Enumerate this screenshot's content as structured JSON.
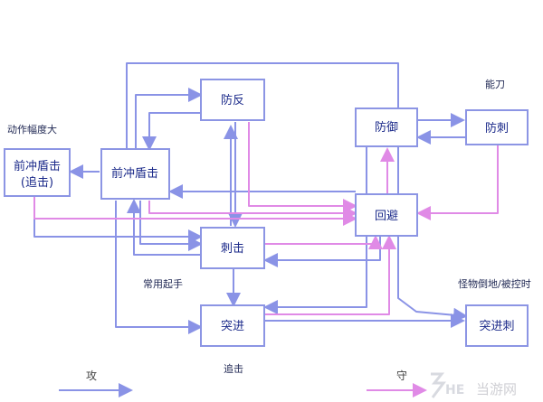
{
  "nodes": {
    "front_shield": "前冲盾击",
    "front_shield_chase_line1": "前冲盾击",
    "front_shield_chase_line2": "(追击)",
    "counter": "防反",
    "block": "防御",
    "block_thrust": "防刺",
    "dodge": "回避",
    "stab": "刺击",
    "dash": "突进",
    "dash_stab": "突进刺"
  },
  "notes": {
    "big_motion": "动作幅度大",
    "parry": "能刀",
    "common_start": "常用起手",
    "chase": "追击",
    "monster_down": "怪物倒地/被控时"
  },
  "legend": {
    "attack": "攻",
    "defense": "守"
  },
  "watermark": {
    "brand": "当游网"
  },
  "colors": {
    "attack": "#8a93e6",
    "defense": "#e08ae6",
    "node_border": "#8c95e4"
  }
}
